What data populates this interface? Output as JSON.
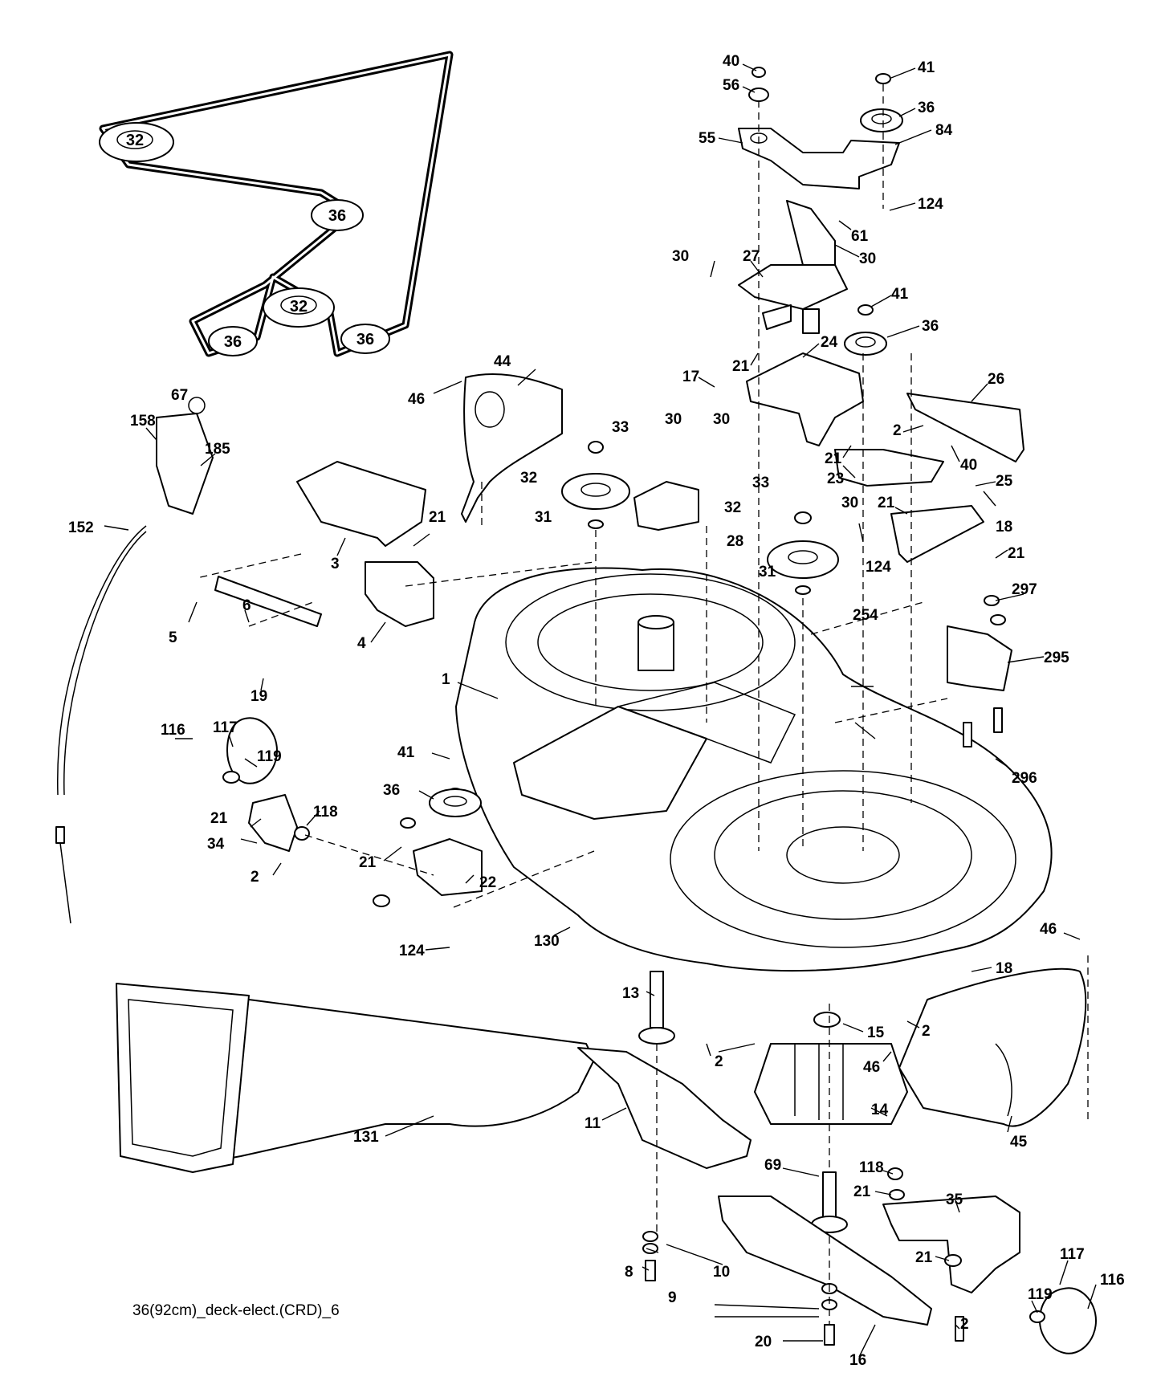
{
  "caption": "36(92cm)_deck-elect.(CRD)_6",
  "belt_labels": {
    "pulley_top_left": "32",
    "pulley_mid": "36",
    "pulley_center": "32",
    "pulley_bottom_left": "36",
    "pulley_bottom_right": "36"
  },
  "callouts": [
    "40",
    "56",
    "41",
    "36",
    "84",
    "55",
    "124",
    "61",
    "30",
    "27",
    "30",
    "41",
    "36",
    "24",
    "21",
    "17",
    "26",
    "2",
    "40",
    "21",
    "23",
    "21",
    "25",
    "21",
    "18",
    "124",
    "30",
    "33",
    "32",
    "31",
    "30",
    "30",
    "28",
    "33",
    "32",
    "31",
    "297",
    "295",
    "296",
    "254",
    "44",
    "46",
    "67",
    "158",
    "185",
    "152",
    "3",
    "21",
    "5",
    "6",
    "4",
    "19",
    "1",
    "116",
    "117",
    "119",
    "118",
    "21",
    "34",
    "2",
    "41",
    "36",
    "21",
    "22",
    "124",
    "130",
    "46",
    "18",
    "13",
    "15",
    "2",
    "2",
    "46",
    "14",
    "45",
    "131",
    "11",
    "69",
    "118",
    "21",
    "35",
    "21",
    "119",
    "117",
    "116",
    "8",
    "9",
    "10",
    "2",
    "20",
    "16"
  ]
}
